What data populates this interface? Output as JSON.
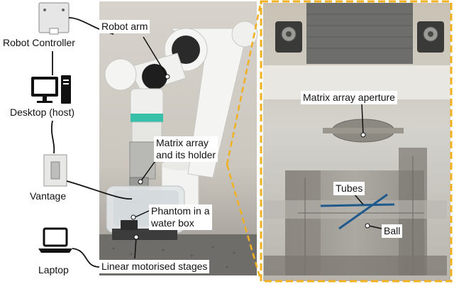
{
  "devices": {
    "robot_controller": "Robot Controller",
    "desktop": "Desktop (host)",
    "vantage": "Vantage",
    "laptop": "Laptop"
  },
  "left_photo_labels": {
    "robot_arm": "Robot arm",
    "matrix_holder": "Matrix array\nand its holder",
    "phantom": "Phantom in a\nwater box",
    "stages": "Linear motorised stages"
  },
  "right_photo_labels": {
    "aperture": "Matrix array aperture",
    "tubes": "Tubes",
    "ball": "Ball"
  },
  "colors": {
    "inset_border": "#f0b020",
    "tube_line": "#1f5a8c",
    "cable": "#111111"
  }
}
